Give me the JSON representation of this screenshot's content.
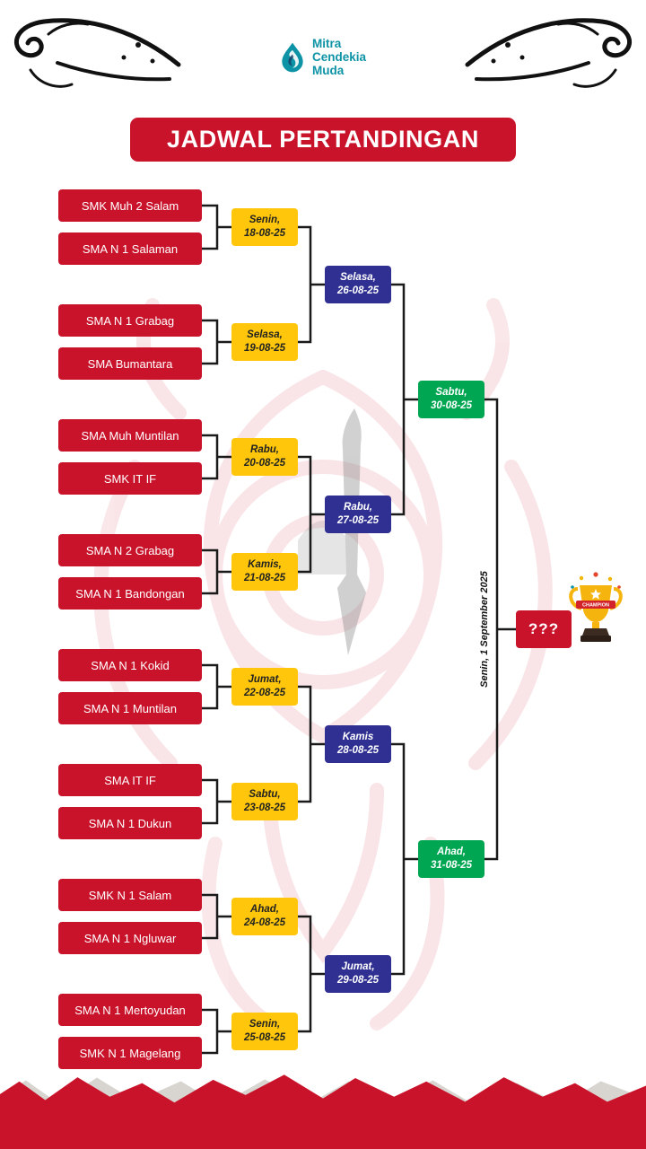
{
  "logo": {
    "lines": [
      "Mitra",
      "Cendekia",
      "Muda"
    ]
  },
  "title": "JADWAL PERTANDINGAN",
  "colors": {
    "primary_red": "#C9132B",
    "accent_yellow": "#FFC60B",
    "accent_blue": "#2F3091",
    "accent_green": "#00A651",
    "logo_teal": "#0D93A6"
  },
  "bracket": {
    "round1": [
      {
        "team1": "SMK Muh 2 Salam",
        "team2": "SMA N 1 Salaman",
        "day": "Senin,",
        "date": "18-08-25"
      },
      {
        "team1": "SMA N 1 Grabag",
        "team2": "SMA Bumantara",
        "day": "Selasa,",
        "date": "19-08-25"
      },
      {
        "team1": "SMA Muh Muntilan",
        "team2": "SMK IT IF",
        "day": "Rabu,",
        "date": "20-08-25"
      },
      {
        "team1": "SMA N 2 Grabag",
        "team2": "SMA N 1 Bandongan",
        "day": "Kamis,",
        "date": "21-08-25"
      },
      {
        "team1": "SMA N 1 Kokid",
        "team2": "SMA N 1 Muntilan",
        "day": "Jumat,",
        "date": "22-08-25"
      },
      {
        "team1": "SMA IT IF",
        "team2": "SMA N 1 Dukun",
        "day": "Sabtu,",
        "date": "23-08-25"
      },
      {
        "team1": "SMK N 1 Salam",
        "team2": "SMA N 1 Ngluwar",
        "day": "Ahad,",
        "date": "24-08-25"
      },
      {
        "team1": "SMA N 1 Mertoyudan",
        "team2": "SMK N 1 Magelang",
        "day": "Senin,",
        "date": "25-08-25"
      }
    ],
    "round2": [
      {
        "day": "Selasa,",
        "date": "26-08-25"
      },
      {
        "day": "Rabu,",
        "date": "27-08-25"
      },
      {
        "day": "Kamis",
        "date": "28-08-25"
      },
      {
        "day": "Jumat,",
        "date": "29-08-25"
      }
    ],
    "semifinal": [
      {
        "day": "Sabtu,",
        "date": "30-08-25"
      },
      {
        "day": "Ahad,",
        "date": "31-08-25"
      }
    ],
    "final": {
      "date_vertical": "Senin, 1 September 2025",
      "winner_placeholder": "???"
    }
  },
  "trophy": {
    "ribbon": "CHAMPION"
  }
}
